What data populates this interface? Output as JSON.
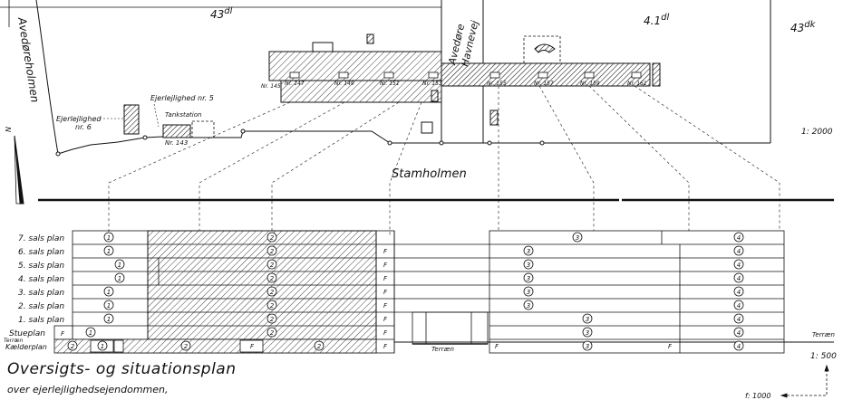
{
  "colors": {
    "ink": "#111111",
    "paper": "#ffffff"
  },
  "map": {
    "roads": {
      "avedoreholmen": "Avedøreholmen",
      "avedore_havnevej_1": "Avedøre",
      "avedore_havnevej_2": "Havnevej",
      "stamholmen": "Stamholmen"
    },
    "plots": {
      "p1": "43",
      "p1_sup": "dl",
      "p2": "4.1",
      "p2_sup": "dl",
      "p3": "43",
      "p3_sup": "dk"
    },
    "labels": {
      "ejer5": "Ejerlejlighed nr. 5",
      "tank": "Tankstation",
      "ejer6a": "Ejerlejlighed",
      "ejer6b": "nr. 6",
      "nr143": "Nr. 143"
    },
    "house_numbers": [
      "Nr. 147",
      "Nr. 149",
      "Nr. 151",
      "Nr. 153",
      "Nr. 155",
      "Nr. 157",
      "Nr. 159",
      "Nr. 161"
    ],
    "house_145": "Nr. 145",
    "scale": "1: 2000",
    "north": "N"
  },
  "section": {
    "floors": [
      "7. sals plan",
      "6. sals plan",
      "5. sals plan",
      "4. sals plan",
      "3. sals plan",
      "2. sals plan",
      "1. sals plan",
      "Stueplan",
      "Kælderplan"
    ],
    "terrain": "Terræn",
    "scale": "1: 500",
    "unit1": "1",
    "unit2": "2",
    "unit3": "3",
    "unit4": "4",
    "f": "F"
  },
  "title": {
    "main": "Oversigts- og situationsplan",
    "sub": "over ejerlejlighedsejendommen,"
  },
  "scale_bottom": "f: 1000"
}
